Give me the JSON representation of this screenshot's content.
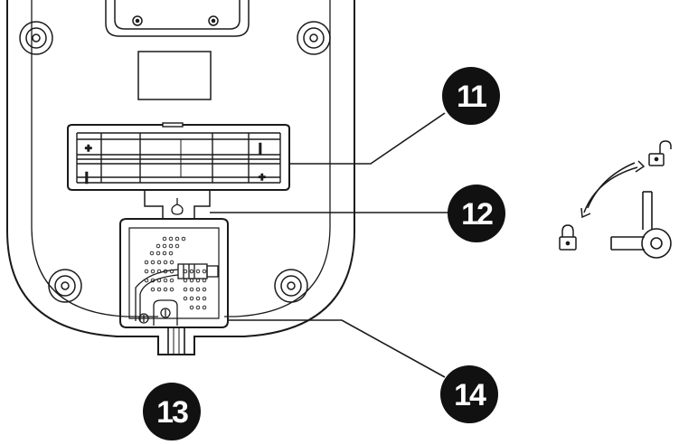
{
  "callouts": [
    {
      "id": "11",
      "label": "11"
    },
    {
      "id": "12",
      "label": "12"
    },
    {
      "id": "13",
      "label": "13"
    },
    {
      "id": "14",
      "label": "14"
    }
  ],
  "battery_polarity": {
    "top_left": "+",
    "top_right": "|",
    "bottom_left": "|",
    "bottom_right": "+"
  },
  "icons": {
    "unlocked": "unlocked-padlock-icon",
    "locked": "locked-padlock-icon",
    "rotate": "double-arrow-icon",
    "latch": "latch-lever-icon"
  },
  "colors": {
    "line": "#1a1a1a",
    "callout_fill": "#111111",
    "background": "#ffffff"
  }
}
